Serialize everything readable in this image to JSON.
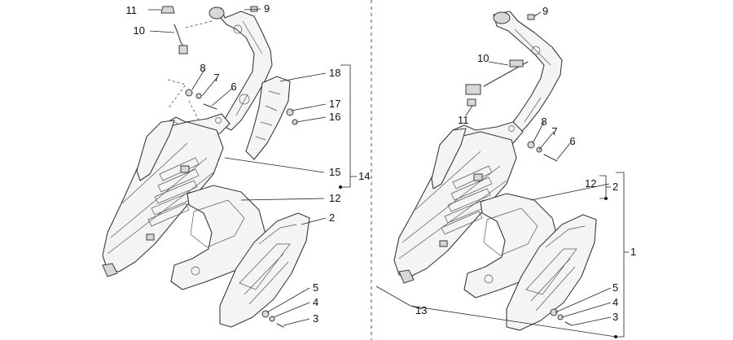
{
  "left_assembly": {
    "callouts": [
      "11",
      "10",
      "9",
      "8",
      "7",
      "6",
      "18",
      "17",
      "16",
      "15",
      "14",
      "12",
      "2",
      "5",
      "4",
      "3"
    ]
  },
  "right_assembly": {
    "callouts": [
      "9",
      "10",
      "11",
      "8",
      "7",
      "6",
      "12",
      "2",
      "1",
      "5",
      "4",
      "3",
      "13"
    ]
  },
  "colors": {
    "line": "#3a3a3a",
    "text": "#111111",
    "background": "#ffffff"
  }
}
